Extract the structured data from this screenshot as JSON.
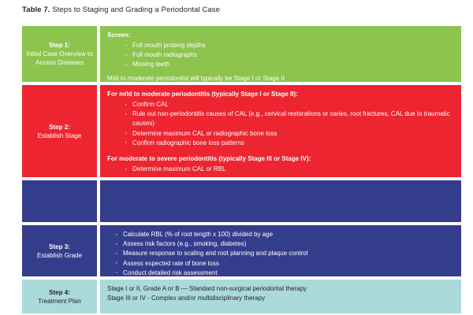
{
  "caption": {
    "label": "Table 7.",
    "text": " Steps to Staging and Grading a Periodontal Case"
  },
  "colors": {
    "green": "#8cc44e",
    "red": "#ec2530",
    "navy": "#343c8c",
    "teal": "#abdadb",
    "text_dark": "#231f20",
    "text_light": "#ffffff",
    "page_background": "#ffffff"
  },
  "rows": [
    {
      "id": "step-1",
      "step_title": "Step 1:",
      "step_sub": "Initial Case Overview to Access Diseases",
      "step_sub_line1": "Initial Case Overview to",
      "step_sub_line2": "Access Diseases",
      "heading": "Screen:",
      "bullets": [
        "Full mouth probing depths",
        "Full mouth radiographs",
        "Missing teeth"
      ],
      "footer": "Mild to moderate periodontist will typically be Stage I or Stage II"
    },
    {
      "id": "step-2",
      "step_title": "Step 2:",
      "step_sub": "Establish Stage",
      "heading_a": "For mild to moderate periodontitis (typically Stage I or Stage II):",
      "bullets_a": [
        "Confirm CAL",
        "Rule out non-periodontitis causes of CAL (e.g., cervical restorations or caries, root fractures, CAL due to traumatic causes)",
        "Determine maximum CAL or radiographic bone loss",
        "Confirm radiographic bone loss patterns"
      ],
      "heading_b": "For moderate to severe periodontitis (typically Stage III or Stage IV):",
      "bullets_b": [
        "Determine maximum CAL or RBL"
      ]
    },
    {
      "id": "spacer-row",
      "step_title": "",
      "step_sub": "",
      "body": ""
    },
    {
      "id": "step-3",
      "step_title": "Step 3:",
      "step_sub": "Establish Grade",
      "bullets": [
        "Calculate RBL (% of root length x 100) divided by age",
        "Assess risk factors (e.g., smoking, diabetes)",
        "Measure response to scaling and root planning and plaque control",
        "Assess expected rate of bone loss",
        "Conduct detailed risk assessment"
      ]
    },
    {
      "id": "step-4",
      "step_title": "Step 4:",
      "step_sub": "Treatment Plan",
      "lines": [
        "Stage I or II, Grade A or B —  Standard non-surgical periodontal therapy",
        "Stage III or IV - Complex and/or multidisciplinary therapy"
      ]
    }
  ]
}
